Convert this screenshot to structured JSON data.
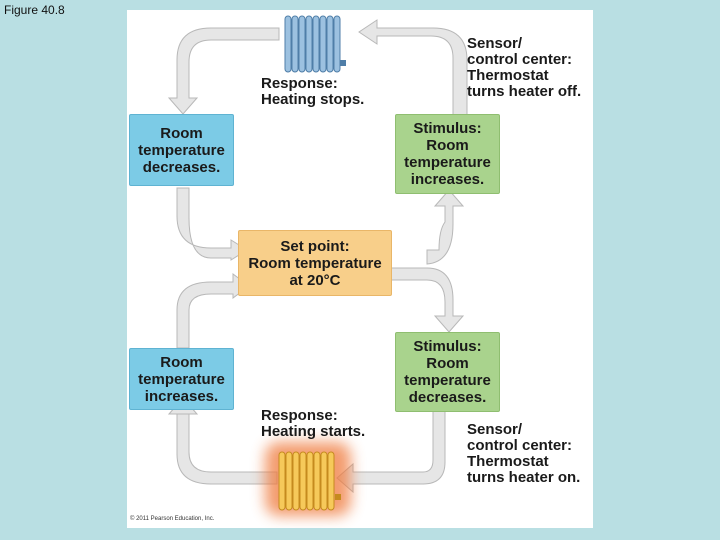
{
  "figure_label": "Figure 40.8",
  "top_response": "Response:\nHeating stops.",
  "top_sensor": "Sensor/\ncontrol center:\nThermostat\nturns heater off.",
  "top_left_box": "Room\ntemperature\ndecreases.",
  "top_right_box": "Stimulus:\nRoom\ntemperature\nincreases.",
  "set_point": "Set point:\nRoom temperature\nat 20°C",
  "bottom_left_box": "Room\ntemperature\nincreases.",
  "bottom_right_box": "Stimulus:\nRoom\ntemperature\ndecreases.",
  "bottom_response": "Response:\nHeating starts.",
  "bottom_sensor": "Sensor/\ncontrol center:\nThermostat\nturns heater on.",
  "copyright": "© 2011 Pearson Education, Inc.",
  "colors": {
    "background": "#b9dfe3",
    "blue_box": "#7ccbe6",
    "green_box": "#a9d38d",
    "set_point_box": "#f8cf8a",
    "arrow": "#e6e6e6",
    "radiator_cool": "#8fb6d8",
    "radiator_hot": "#f4c45a"
  },
  "icons": [
    "radiator-off-icon",
    "radiator-on-icon"
  ]
}
